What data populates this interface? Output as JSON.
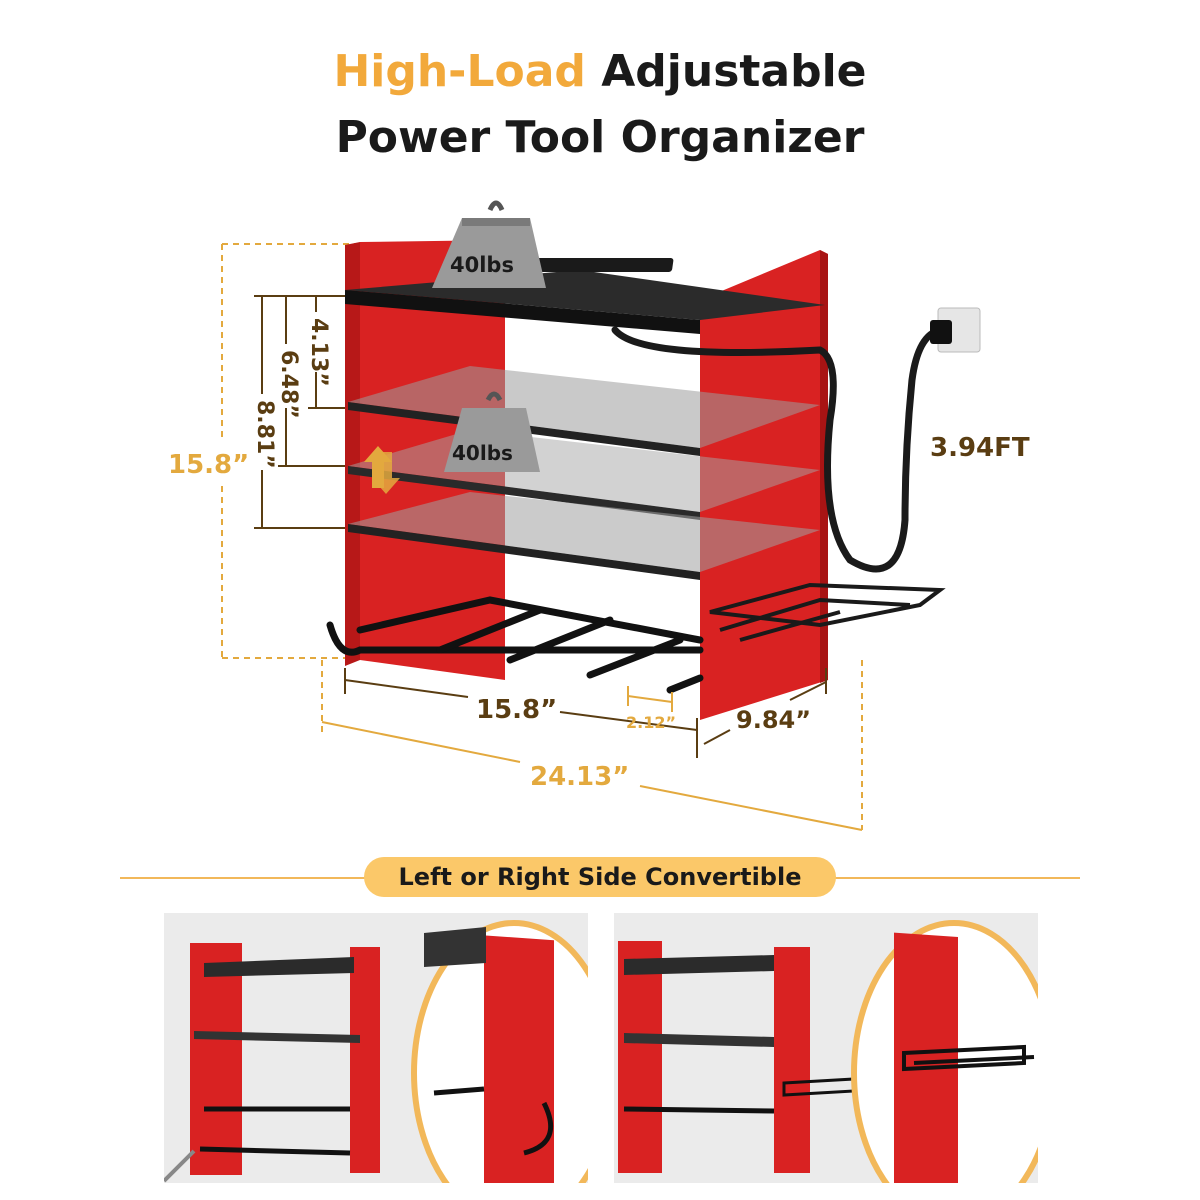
{
  "header": {
    "title_highlight": "High-Load",
    "title_rest": "Adjustable",
    "title_line2": "Power Tool Organizer"
  },
  "weights": {
    "top": "40lbs",
    "middle": "40lbs"
  },
  "dimensions": {
    "height_total": "15.8”",
    "gap_1": "4.13”",
    "gap_2": "6.48”",
    "gap_3": "8.81”",
    "width": "15.8”",
    "slot_spacing": "2.12”",
    "depth": "9.84”",
    "total_length": "24.13”",
    "cord_length": "3.94FT"
  },
  "banner": {
    "label": "Left or Right Side Convertible"
  },
  "colors": {
    "accent": "#f2a93b",
    "frame_red": "#d92222",
    "dimension_brown": "#5a3d12",
    "banner_bg": "#fbc869"
  }
}
